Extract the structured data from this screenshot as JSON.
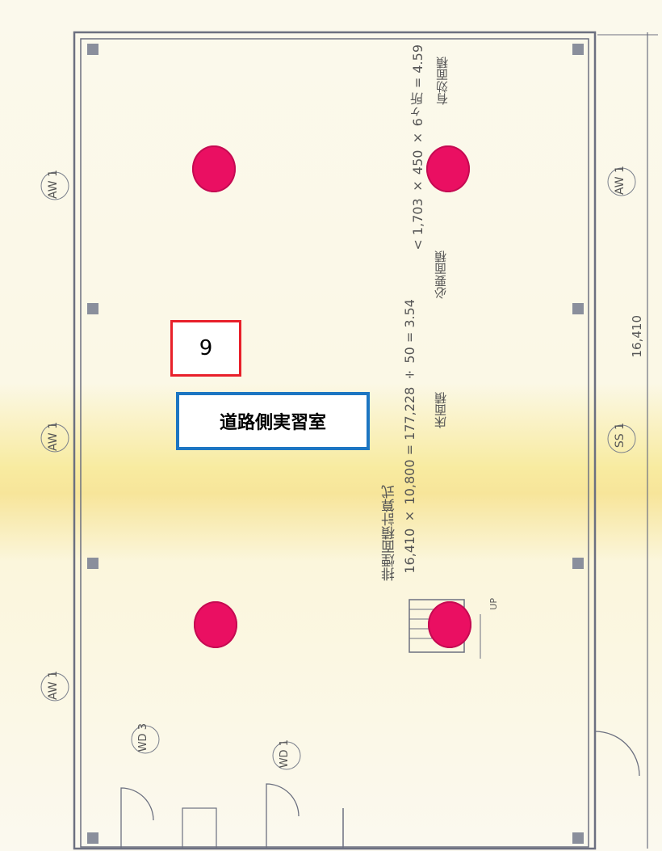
{
  "room": {
    "number": "9",
    "name": "道路側実習室"
  },
  "colors": {
    "marker": "#ea0f62",
    "number_border": "#e8202a",
    "name_border": "#1d76c2",
    "paper": "#fbf9ec",
    "ink": "#555555"
  },
  "window_tags": [
    {
      "code": "AW",
      "num": "1"
    },
    {
      "code": "AW",
      "num": "1"
    },
    {
      "code": "AW",
      "num": "1"
    },
    {
      "code": "AW",
      "num": "1"
    },
    {
      "code": "SS",
      "num": "1"
    },
    {
      "code": "WD",
      "num": "3"
    },
    {
      "code": "WD",
      "num": "1"
    }
  ],
  "annotations": {
    "formula_title": "排煙面積計算式",
    "formula_main": "16,410 × 10,800 = 177,228 ÷ 50 = 3.54",
    "formula_sub1": "床面積",
    "formula_sub2": "必要面積",
    "formula_right": "< 1,703 × 450 × 6ヶ所 = 4.59",
    "formula_right_sub": "有効面積",
    "dimension": "16,410",
    "stair_up": "UP",
    "stair_num": "4"
  }
}
